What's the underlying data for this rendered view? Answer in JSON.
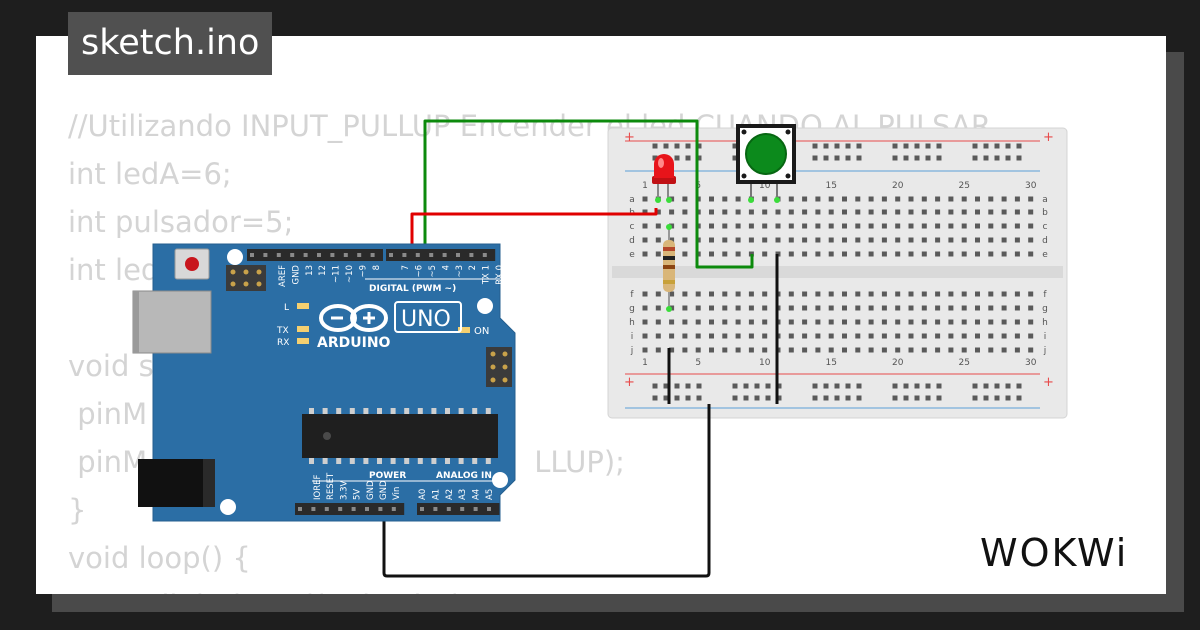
{
  "file_tab": {
    "name": "sketch.ino"
  },
  "code_lines": [
    "//Utilizando INPUT_PULLUP Encender el led CUANDO AL PULSAR",
    "int ledA=6;",
    "int pulsador=5;",
    "int led",
    "",
    "void s",
    " pinM",
    " pinM                                          LLUP);",
    "}",
    "void loop() {",
    "  ...    digitalRead(pulsador);"
  ],
  "arduino": {
    "label_digital": "DIGITAL (PWM ~)",
    "label_power": "POWER",
    "label_analog": "ANALOG IN",
    "logo_text": "ARDUINO",
    "model": "UNO",
    "label_on": "ON",
    "label_l": "L",
    "label_tx": "TX",
    "label_rx": "RX",
    "digital_pins": [
      "AREF",
      "GND",
      "13",
      "12",
      "~11",
      "~10",
      "~9",
      "8",
      "7",
      "~6",
      "~5",
      "4",
      "~3",
      "2",
      "TX 1",
      "RX 0"
    ],
    "power_pins": [
      "IOREF",
      "RESET",
      "3.3V",
      "5V",
      "GND",
      "GND",
      "Vin"
    ],
    "analog_pins": [
      "A0",
      "A1",
      "A2",
      "A3",
      "A4",
      "A5"
    ]
  },
  "breadboard": {
    "rows_top": [
      "a",
      "b",
      "c",
      "d",
      "e"
    ],
    "rows_bottom": [
      "f",
      "g",
      "h",
      "i",
      "j"
    ],
    "col_numbers": [
      "1",
      "5",
      "10",
      "15",
      "20",
      "25",
      "30"
    ],
    "plus": "+"
  },
  "brand": {
    "name": "WOKWi"
  },
  "colors": {
    "board": "#2b6ea5",
    "wire_green": "#0c8a0c",
    "wire_red": "#e00000",
    "wire_black": "#111111",
    "button_cap": "#0c8a1c",
    "led": "#e8141a"
  }
}
